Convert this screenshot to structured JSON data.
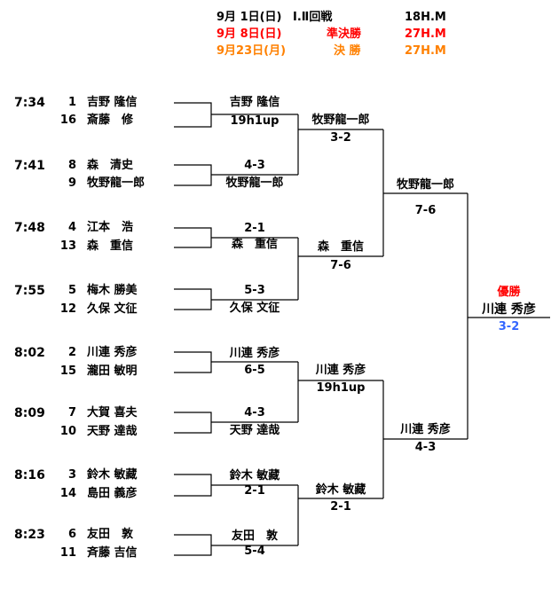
{
  "header": {
    "rows": [
      {
        "date": "9月 1日(日)",
        "round": "Ⅰ.Ⅱ回戦",
        "hm": "18H.M",
        "color": "#000000"
      },
      {
        "date": "9月 8日(日)",
        "round": "準決勝",
        "hm": "27H.M",
        "color": "#ff0000"
      },
      {
        "date": "9月23日(月)",
        "round": "決 勝",
        "hm": "27H.M",
        "color": "#ff8000"
      }
    ]
  },
  "matches": [
    {
      "time": "7:34",
      "p1": {
        "seed": "1",
        "name": "吉野 隆信"
      },
      "p2": {
        "seed": "16",
        "name": "斎藤　修"
      }
    },
    {
      "time": "7:41",
      "p1": {
        "seed": "8",
        "name": "森　清史"
      },
      "p2": {
        "seed": "9",
        "name": "牧野龍一郎"
      }
    },
    {
      "time": "7:48",
      "p1": {
        "seed": "4",
        "name": "江本　浩"
      },
      "p2": {
        "seed": "13",
        "name": "森　重信"
      }
    },
    {
      "time": "7:55",
      "p1": {
        "seed": "5",
        "name": "梅木 勝美"
      },
      "p2": {
        "seed": "12",
        "name": "久保 文征"
      }
    },
    {
      "time": "8:02",
      "p1": {
        "seed": "2",
        "name": "川連 秀彦"
      },
      "p2": {
        "seed": "15",
        "name": "瀧田 敏明"
      }
    },
    {
      "time": "8:09",
      "p1": {
        "seed": "7",
        "name": "大賀 喜夫"
      },
      "p2": {
        "seed": "10",
        "name": "天野 達哉"
      }
    },
    {
      "time": "8:16",
      "p1": {
        "seed": "3",
        "name": "鈴木 敏藏"
      },
      "p2": {
        "seed": "14",
        "name": "島田 義彦"
      }
    },
    {
      "time": "8:23",
      "p1": {
        "seed": "6",
        "name": "友田　敦"
      },
      "p2": {
        "seed": "11",
        "name": "斉藤 吉信"
      }
    }
  ],
  "round1": [
    {
      "upper": "吉野 隆信",
      "lower": "19h1up"
    },
    {
      "upper": "4-3",
      "lower": "牧野龍一郎"
    },
    {
      "upper": "2-1",
      "lower": "森　重信"
    },
    {
      "upper": "5-3",
      "lower": "久保 文征"
    },
    {
      "upper": "川連 秀彦",
      "lower": "6-5"
    },
    {
      "upper": "4-3",
      "lower": "天野 達哉"
    },
    {
      "upper": "鈴木 敏藏",
      "lower": "2-1"
    },
    {
      "upper": "友田　敦",
      "lower": "5-4"
    }
  ],
  "round2": [
    {
      "upper": "牧野龍一郎",
      "lower": "3-2"
    },
    {
      "upper": "森　重信",
      "lower": "7-6"
    },
    {
      "upper": "川連 秀彦",
      "lower": "19h1up"
    },
    {
      "upper": "鈴木 敏藏",
      "lower": "2-1"
    }
  ],
  "semis": [
    {
      "upper": "牧野龍一郎",
      "lower": "7-6"
    },
    {
      "upper": "川連 秀彦",
      "lower": "4-3"
    }
  ],
  "final": {
    "label": "優勝",
    "winner": "川連 秀彦",
    "score": "3-2"
  },
  "colors": {
    "champion_label": "#ff0000",
    "final_score": "#3366ff",
    "lines": "#000000"
  }
}
